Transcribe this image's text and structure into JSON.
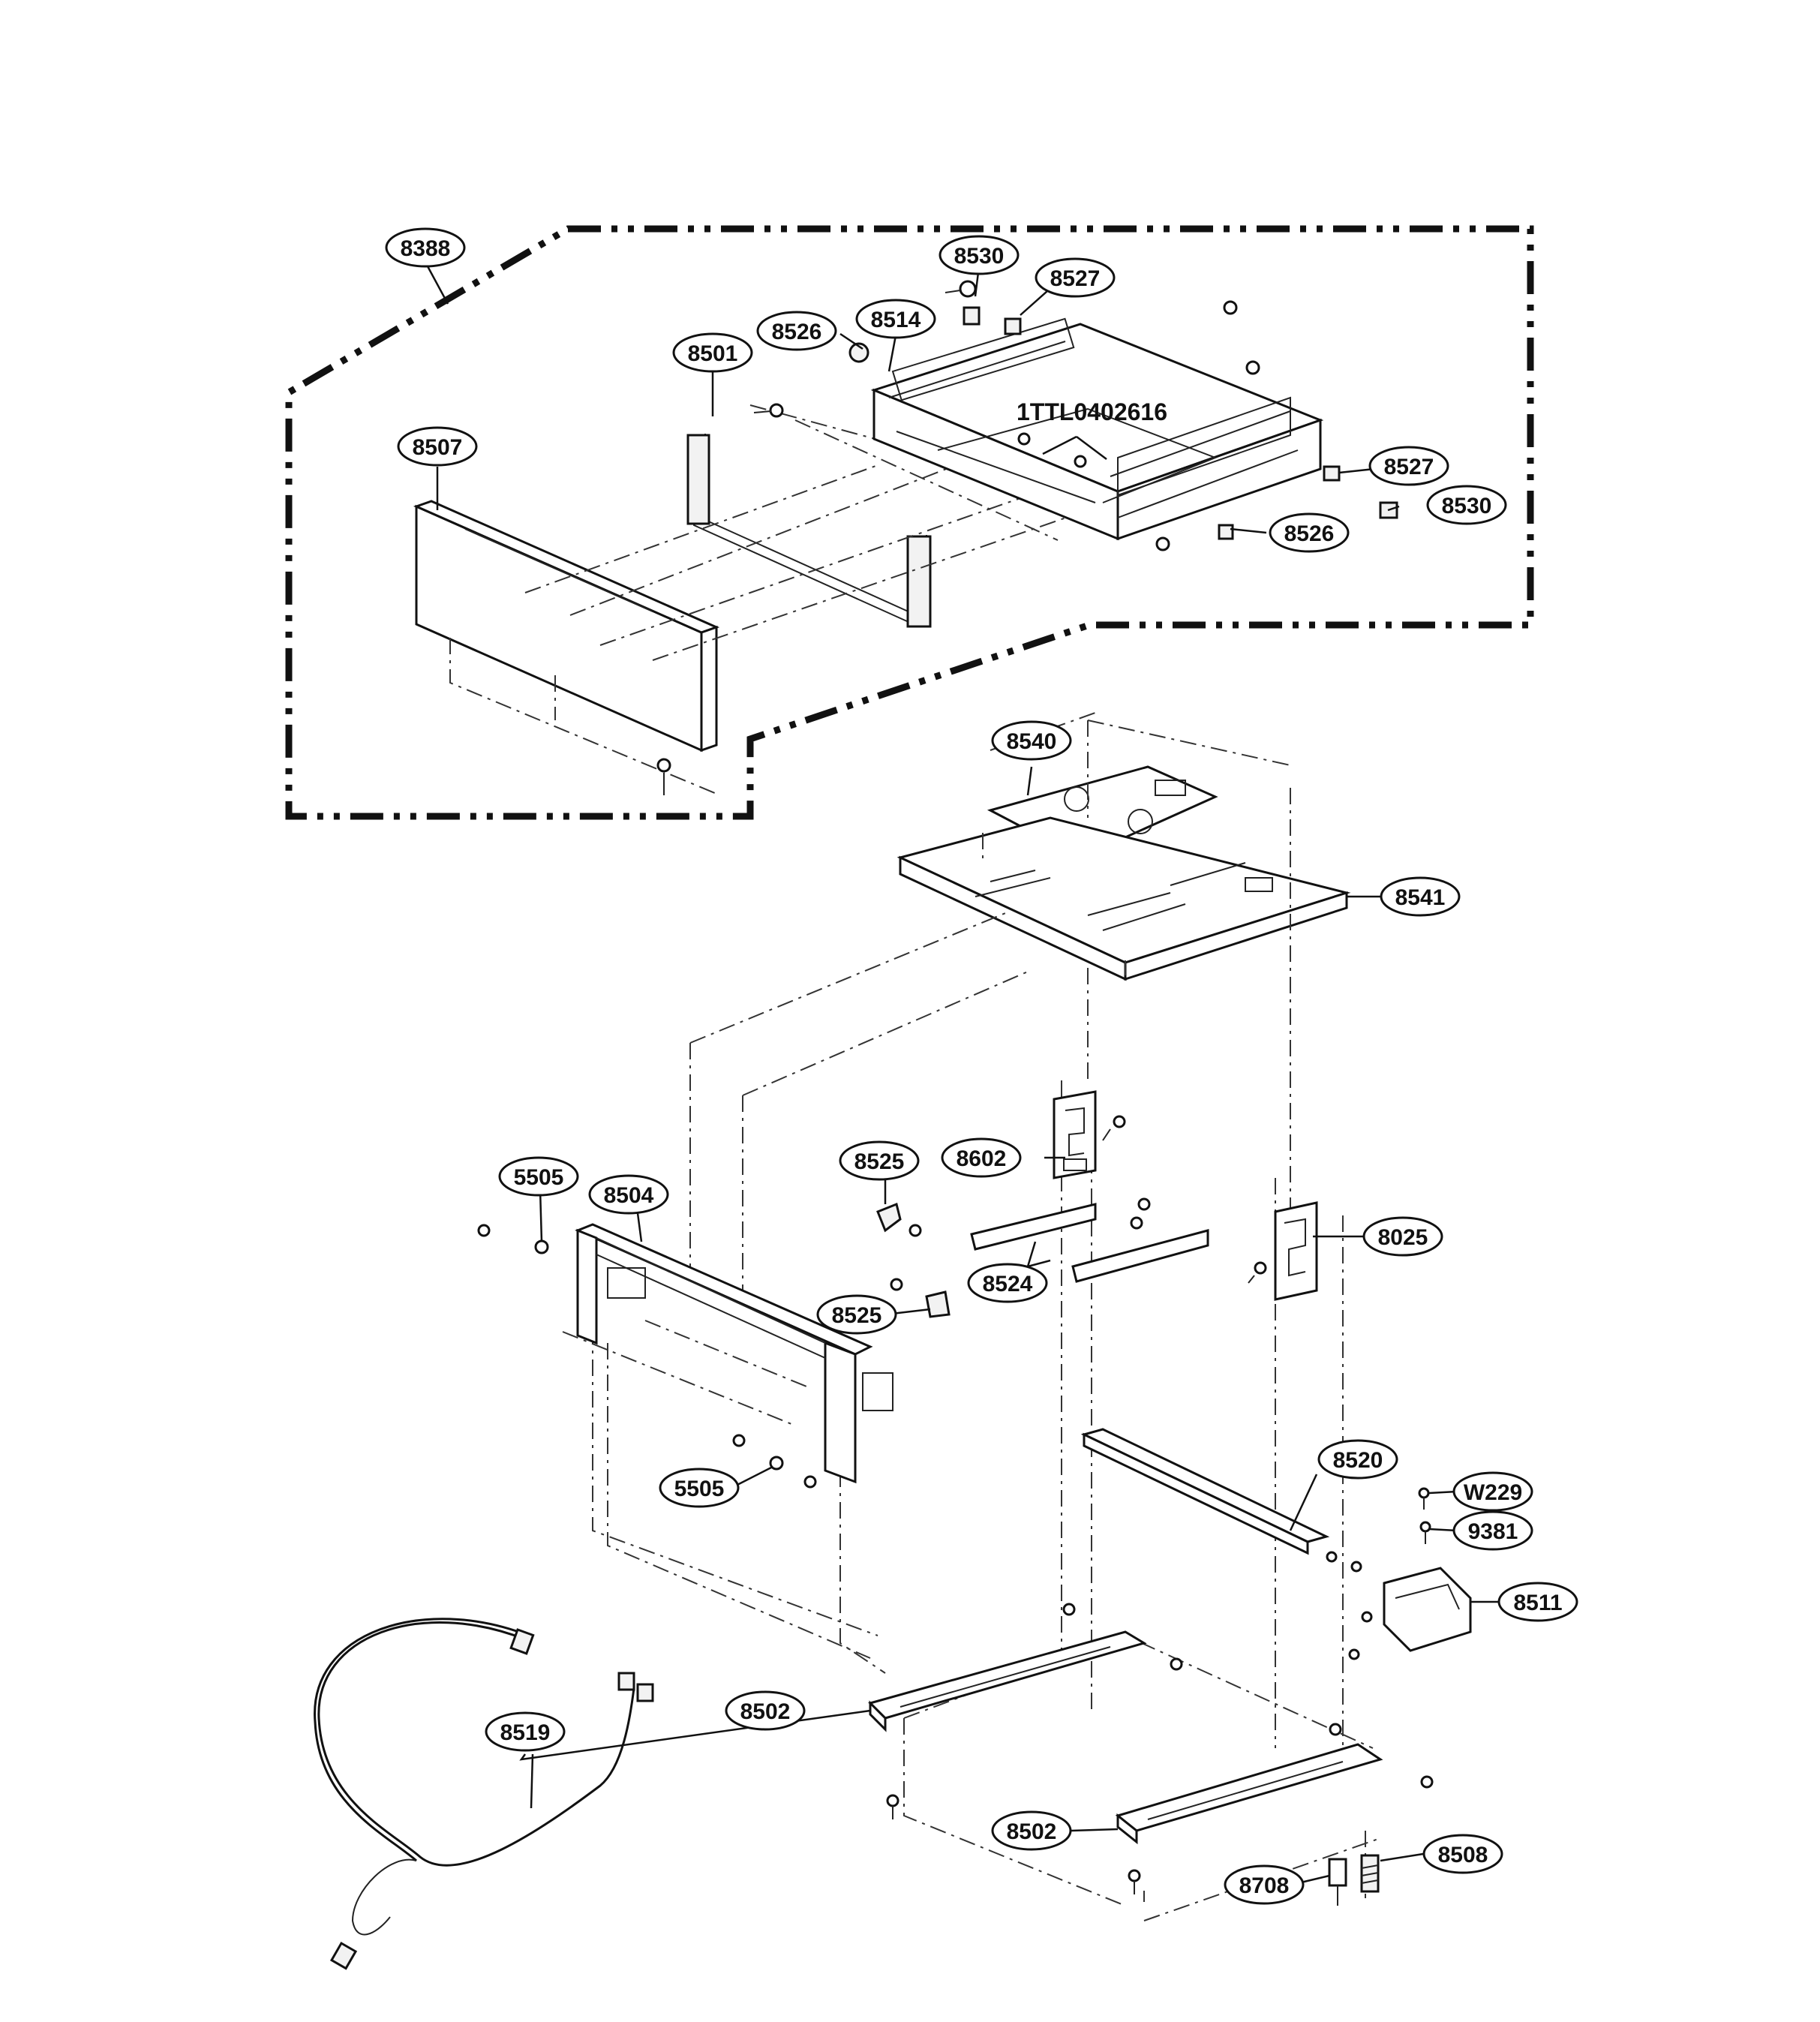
{
  "diagram": {
    "callouts": [
      {
        "id": "c8388",
        "label": "8388"
      },
      {
        "id": "c8530a",
        "label": "8530"
      },
      {
        "id": "c8527a",
        "label": "8527"
      },
      {
        "id": "c8526a",
        "label": "8526"
      },
      {
        "id": "c8514",
        "label": "8514"
      },
      {
        "id": "c8501",
        "label": "8501"
      },
      {
        "id": "c8507",
        "label": "8507"
      },
      {
        "id": "c8527b",
        "label": "8527"
      },
      {
        "id": "c8530b",
        "label": "8530"
      },
      {
        "id": "c8526b",
        "label": "8526"
      },
      {
        "id": "c8540",
        "label": "8540"
      },
      {
        "id": "c8541",
        "label": "8541"
      },
      {
        "id": "c8525a",
        "label": "8525"
      },
      {
        "id": "c8602",
        "label": "8602"
      },
      {
        "id": "c5505a",
        "label": "5505"
      },
      {
        "id": "c8504",
        "label": "8504"
      },
      {
        "id": "c8025",
        "label": "8025"
      },
      {
        "id": "c8524",
        "label": "8524"
      },
      {
        "id": "c8525b",
        "label": "8525"
      },
      {
        "id": "c5505b",
        "label": "5505"
      },
      {
        "id": "c8520",
        "label": "8520"
      },
      {
        "id": "cW229",
        "label": "W229"
      },
      {
        "id": "c9381",
        "label": "9381"
      },
      {
        "id": "c8511",
        "label": "8511"
      },
      {
        "id": "c8519",
        "label": "8519"
      },
      {
        "id": "c8502a",
        "label": "8502"
      },
      {
        "id": "c8502b",
        "label": "8502"
      },
      {
        "id": "c8508",
        "label": "8508"
      },
      {
        "id": "c8708",
        "label": "8708"
      }
    ],
    "part_number_text": "1TTL0402616"
  }
}
